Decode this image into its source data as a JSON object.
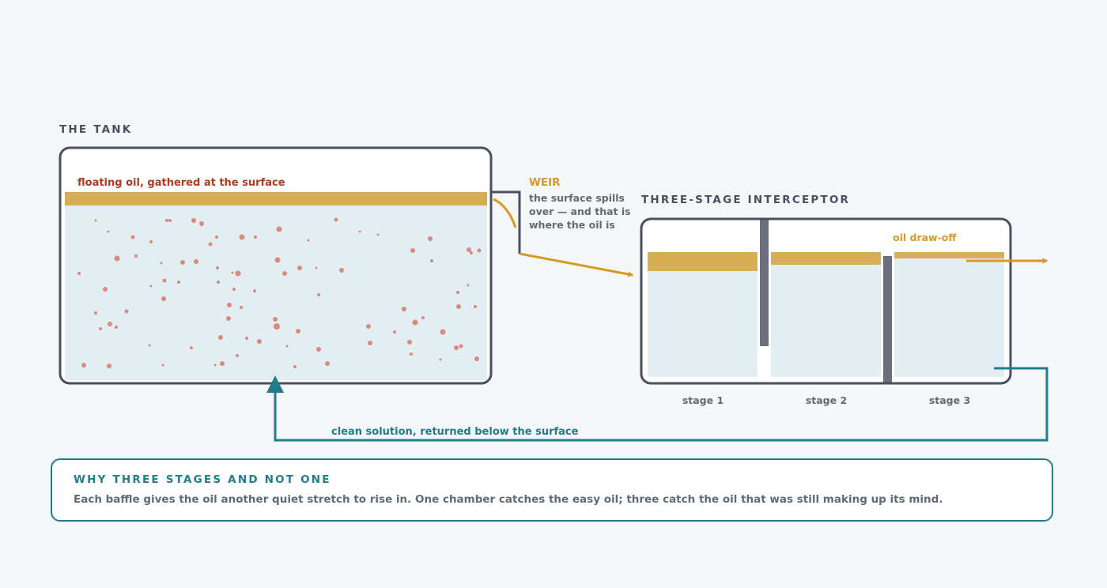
{
  "tank": {
    "title": "THE TANK",
    "oil_label": "floating oil, gathered at the surface"
  },
  "weir": {
    "title": "WEIR",
    "description_lines": [
      "the surface spills",
      "over — and that is",
      "where the oil is"
    ]
  },
  "interceptor": {
    "title": "THREE-STAGE INTERCEPTOR",
    "draw_off_label": "oil draw-off",
    "stages": [
      "stage 1",
      "stage 2",
      "stage 3"
    ]
  },
  "return_label": "clean solution, returned below the surface",
  "callout": {
    "title": "WHY THREE STAGES AND NOT ONE",
    "body": "Each baffle gives the oil another quiet stretch to rise in. One chamber catches the easy oil; three catch the oil that was still making up its mind."
  },
  "colors": {
    "outline": "#4a4f60",
    "water": "#e3eef2",
    "oil": "#d8ae52",
    "oil_flow": "#d69a25",
    "droplet": "#d98a7c",
    "oil_label": "#b3391e",
    "return_flow": "#217d8c",
    "baffle": "#6a6e7d",
    "muted_text": "#5f6b76"
  }
}
